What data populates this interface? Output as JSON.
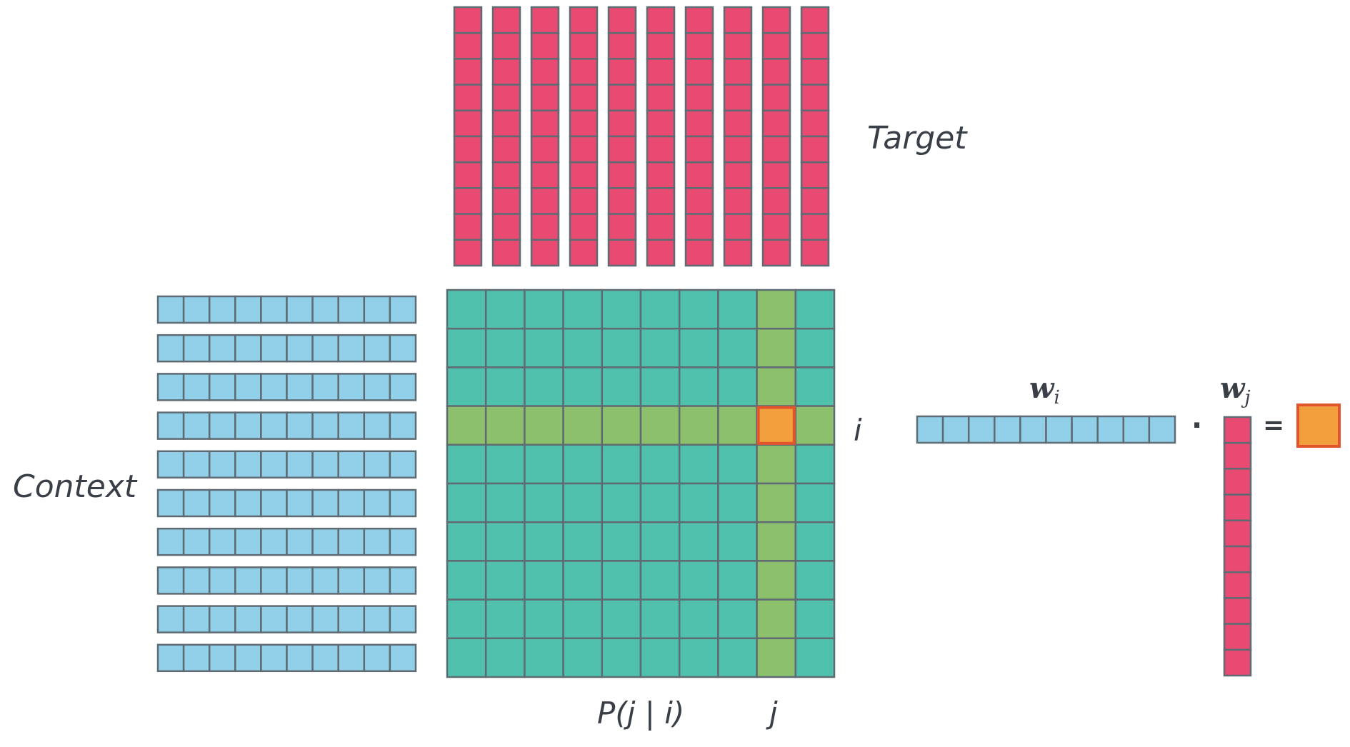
{
  "labels": {
    "target": "Target",
    "context": "Context",
    "i": "i",
    "j": "j",
    "probability": "P(j | i)",
    "w_base": "w",
    "wi_sub": "i",
    "wj_sub": "j",
    "dot_operator": "·",
    "equals_operator": "="
  },
  "structure": {
    "target_vectors": 10,
    "target_vector_length": 10,
    "context_vectors": 10,
    "context_vector_length": 10,
    "matrix_rows": 10,
    "matrix_cols": 10,
    "highlight_row_index": 3,
    "highlight_col_index": 8,
    "wi_length": 10,
    "wj_length": 10
  },
  "colors": {
    "target_pink": "#e84a72",
    "context_blue": "#92d0ea",
    "matrix_teal": "#4fc1ad",
    "highlight_green": "#8dc06d",
    "selected_orange": "#f2a03d",
    "selected_border": "#e2552c",
    "cell_border": "#5f6b72"
  }
}
